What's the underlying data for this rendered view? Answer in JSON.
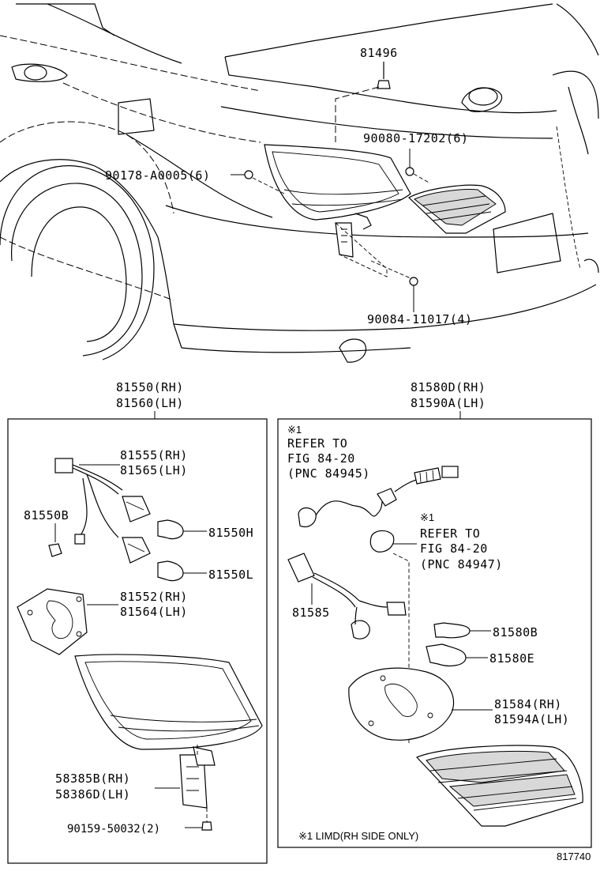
{
  "diagram_id": "817740",
  "top_labels": {
    "p81496": "81496",
    "p90080": "90080-17202(6)",
    "p90178": "90178-A0005(6)",
    "p90084": "90084-11017(4)"
  },
  "left_group": {
    "title_rh": "81550(RH)",
    "title_lh": "81560(LH)",
    "p81555": "81555(RH)",
    "p81565": "81565(LH)",
    "p81550B": "81550B",
    "p81550H": "81550H",
    "p81550L": "81550L",
    "p81552": "81552(RH)",
    "p81564": "81564(LH)",
    "p58385B": "58385B(RH)",
    "p58386D": "58386D(LH)",
    "p90159": "90159-50032(2)"
  },
  "right_group": {
    "title_rh": "81580D(RH)",
    "title_lh": "81590A(LH)",
    "ref1_mark": "※1",
    "ref1_line1": "REFER TO",
    "ref1_line2": "FIG 84-20",
    "ref1_line3": "(PNC 84945)",
    "ref2_mark": "※1",
    "ref2_line1": "REFER TO",
    "ref2_line2": "FIG 84-20",
    "ref2_line3": "(PNC 84947)",
    "p81585": "81585",
    "p81580B": "81580B",
    "p81580E": "81580E",
    "p81584": "81584(RH)",
    "p81594A": "81594A(LH)",
    "footnote": "※1  LIMD(RH SIDE ONLY)"
  }
}
